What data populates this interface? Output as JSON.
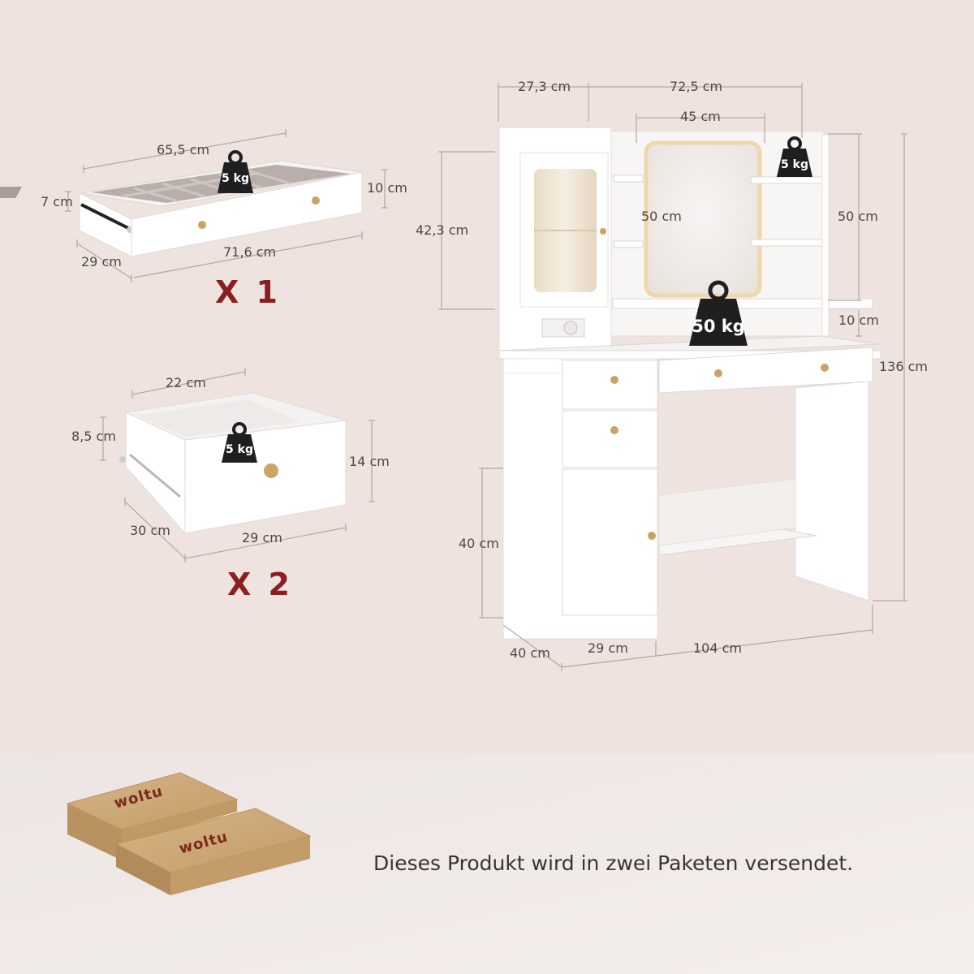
{
  "colors": {
    "background_top": "#eee3de",
    "background_bottom": "#f1eae8",
    "dimension_line": "#b3a7a1",
    "furniture": "#ffffff",
    "weight_tag": "#1f1f1f",
    "multiplier": "#8b1e1e",
    "box": "#c9a577"
  },
  "icons": {
    "weight": "weight-icon",
    "box": "shipping-box-icon"
  },
  "wide_drawer": {
    "length": "65,5 cm",
    "depth_inner": "7 cm",
    "height": "10 cm",
    "depth": "29 cm",
    "front_width": "71,6 cm",
    "load": "5 kg",
    "quantity": "X 1"
  },
  "small_drawer": {
    "width": "22 cm",
    "depth_inner": "8,5 cm",
    "height": "14 cm",
    "depth": "30 cm",
    "front_width": "29 cm",
    "load": "5 kg",
    "quantity": "X 2"
  },
  "vanity": {
    "cabinet_width": "27,3 cm",
    "top_width": "72,5 cm",
    "mirror_width": "45 cm",
    "mirror_height": "50 cm",
    "cabinet_height": "42,3 cm",
    "shelf_height": "50 cm",
    "gap_height": "10 cm",
    "total_height": "136 cm",
    "cabinet_door_height": "40 cm",
    "depth": "40 cm",
    "column_width": "29 cm",
    "total_width": "104 cm",
    "shelf_load": "5 kg",
    "desk_load": "50 kg"
  },
  "shipping": {
    "brand": "woltu",
    "text": "Dieses Produkt wird in zwei Paketen versendet."
  }
}
